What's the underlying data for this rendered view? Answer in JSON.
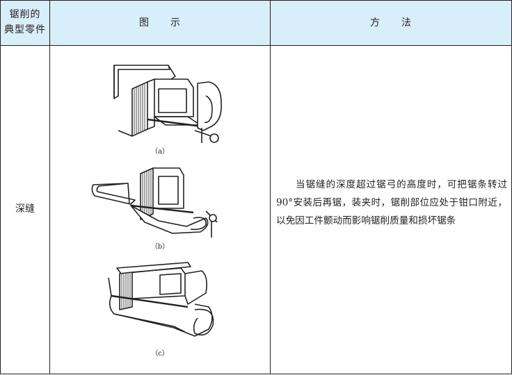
{
  "table": {
    "headers": {
      "part_line1": "锯削的",
      "part_line2": "典型零件",
      "figure": "图　　示",
      "method": "方　　法"
    },
    "row": {
      "part": "深缝",
      "captions": [
        "（a）",
        "（b）",
        "（c）"
      ],
      "method_text": "当锯缝的深度超过锯弓的高度时，可把锯条转过90°安装后再锯，装夹时，锯削部位应处于钳口附近，以免因工件颤动而影响锯削质量和损坏锯条"
    }
  },
  "colors": {
    "header_bg": "#d8eef9",
    "rule": "#231f20"
  },
  "icons": [
    "hacksaw-illustration-a",
    "hacksaw-illustration-b",
    "hacksaw-illustration-c"
  ]
}
